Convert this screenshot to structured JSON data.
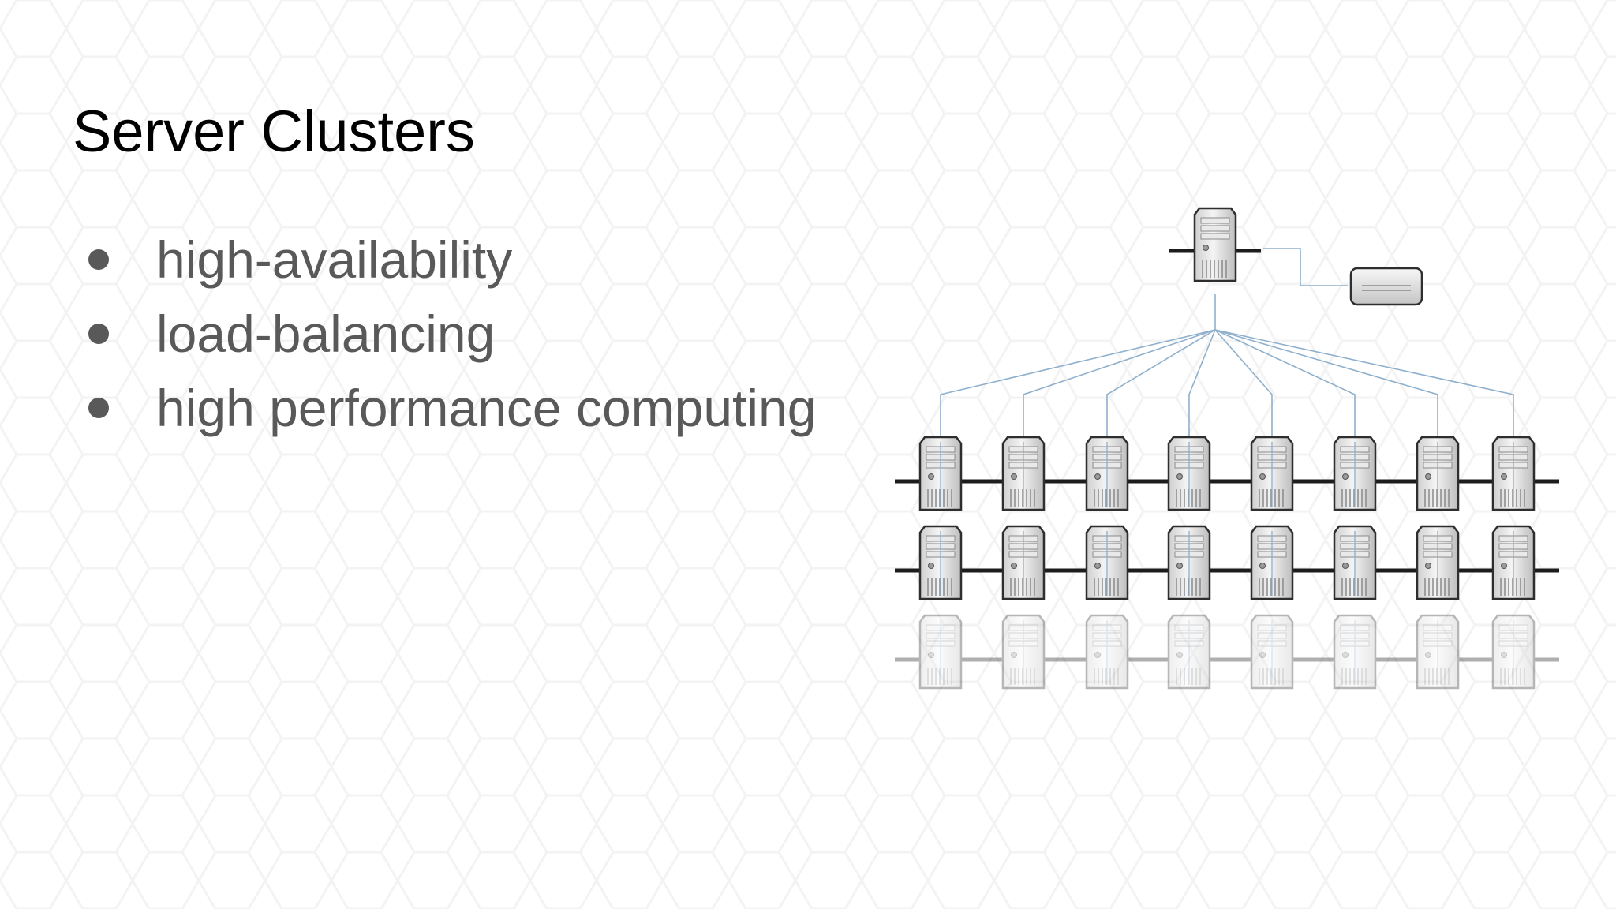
{
  "slide": {
    "title": "Server Clusters",
    "bullets": [
      "high-availability",
      "load-balancing",
      "high performance computing"
    ]
  },
  "diagram": {
    "icons": [
      "head-server-icon",
      "storage-device-icon",
      "server-icon"
    ],
    "link_color": "#8fb0cc",
    "cluster": {
      "columns": 8,
      "rows": 3,
      "row_opacity": [
        1,
        1,
        0.35
      ]
    }
  }
}
